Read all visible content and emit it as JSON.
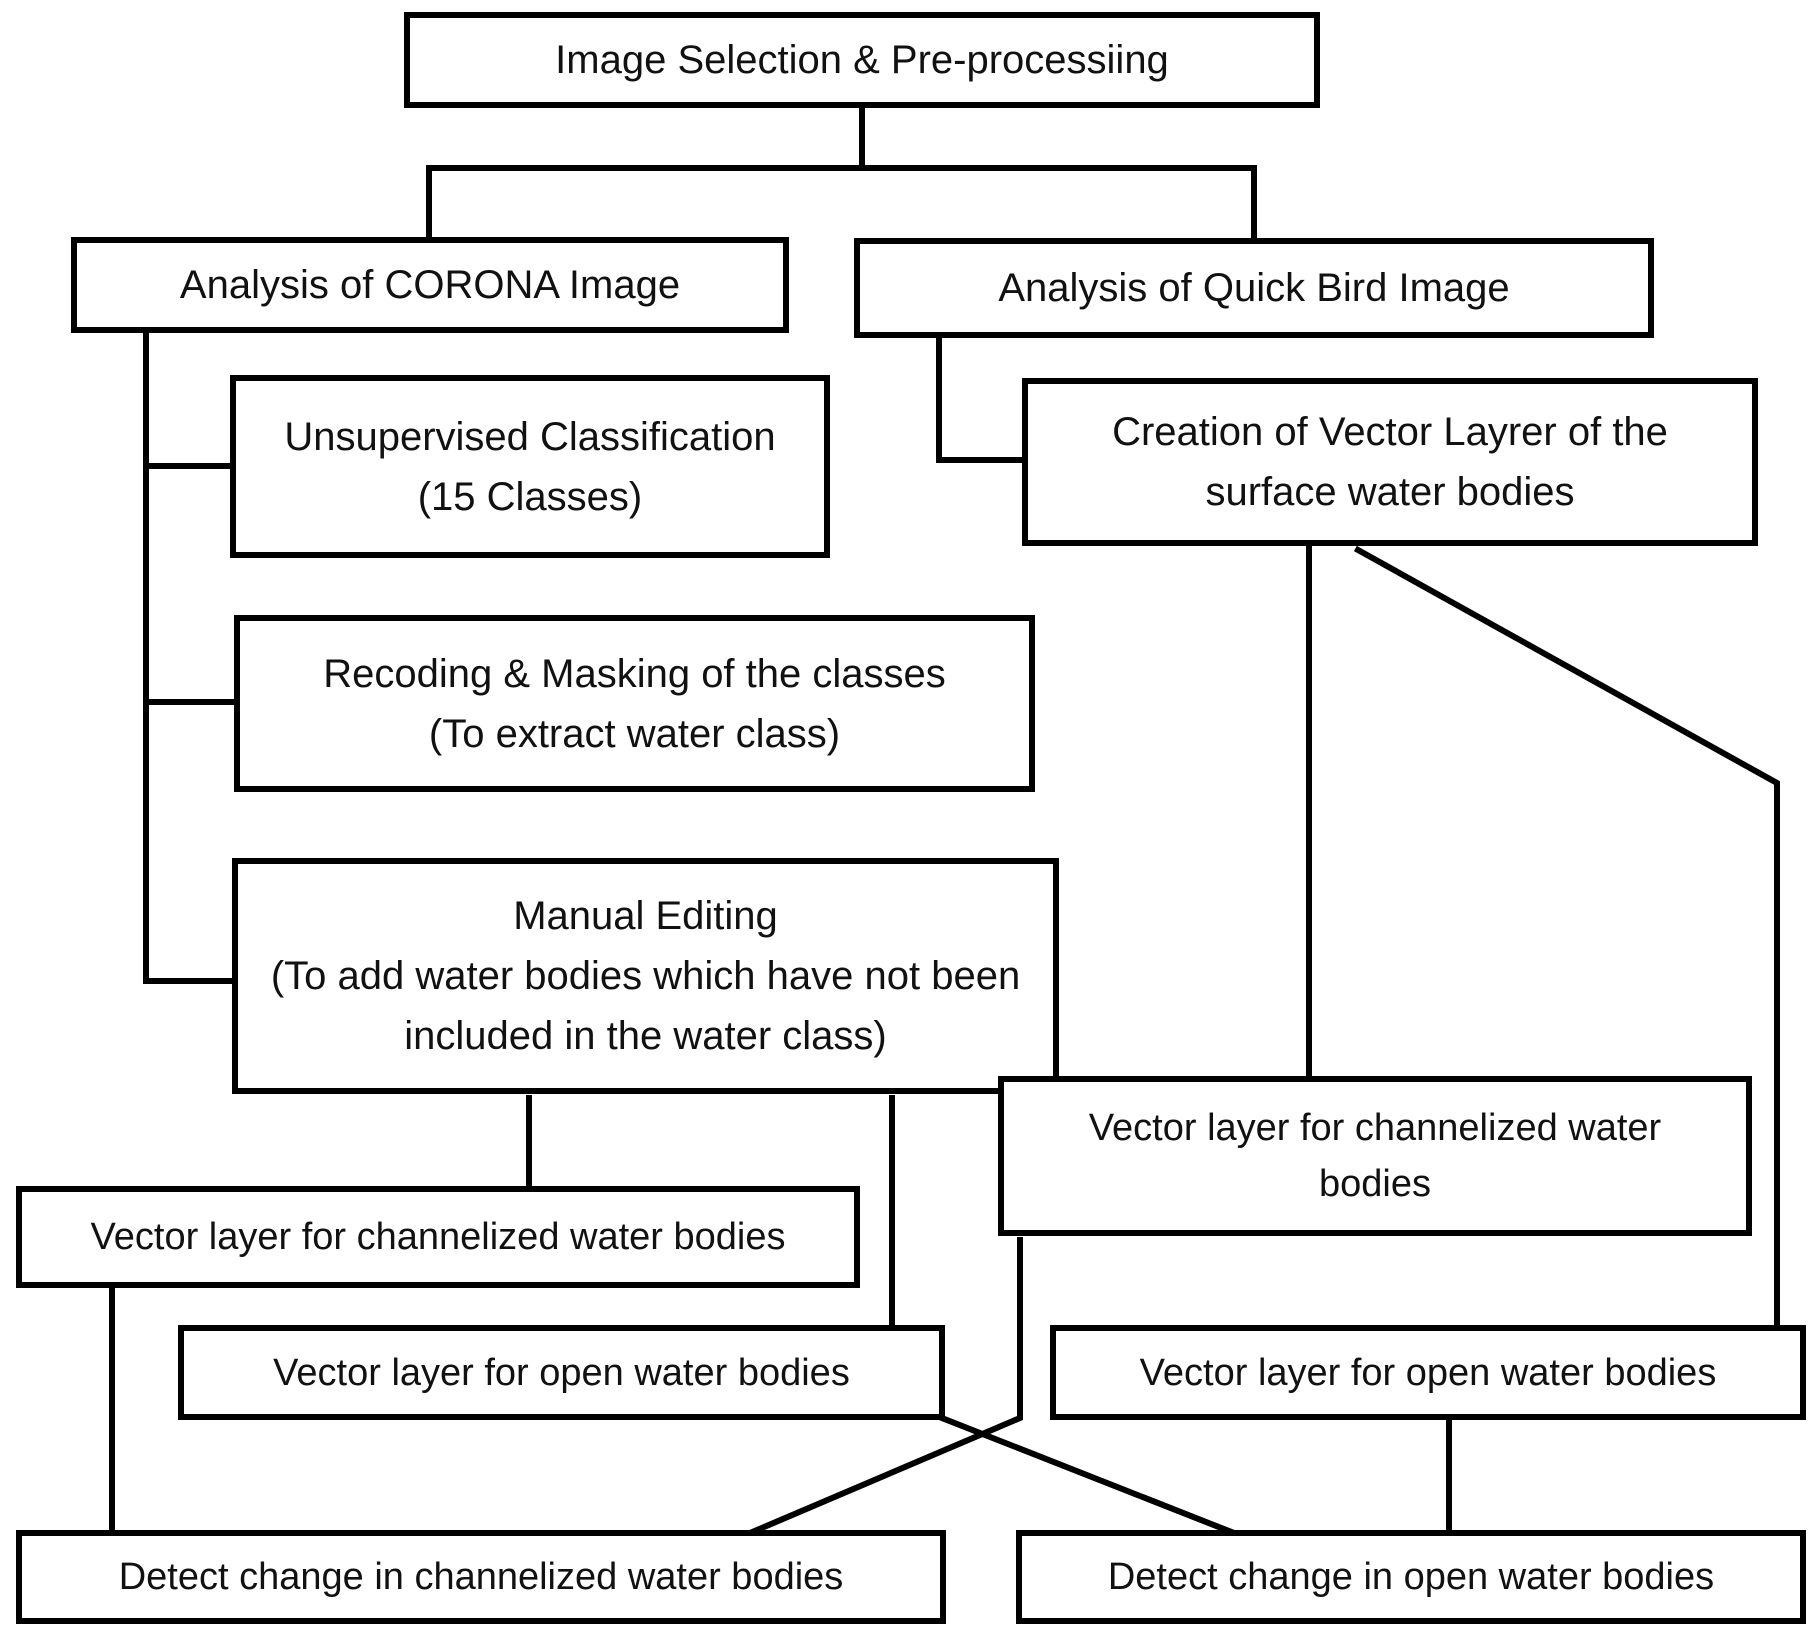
{
  "diagram": {
    "nodes": {
      "image_selection": {
        "lines": [
          "Image Selection & Pre-processiing"
        ]
      },
      "corona": {
        "lines": [
          "Analysis of CORONA Image"
        ]
      },
      "quickbird": {
        "lines": [
          "Analysis of Quick Bird Image"
        ]
      },
      "unsupervised": {
        "lines": [
          "Unsupervised Classification",
          "(15 Classes)"
        ]
      },
      "creation_vector": {
        "lines": [
          "Creation of Vector Layrer of the",
          "surface water bodies"
        ]
      },
      "recoding": {
        "lines": [
          "Recoding & Masking of the classes",
          "(To extract water class)"
        ]
      },
      "manual_editing": {
        "lines": [
          "Manual Editing",
          "(To add water bodies which have not been",
          "included in the water class)"
        ]
      },
      "qb_channelized": {
        "lines": [
          "Vector layer for channelized water",
          "bodies"
        ]
      },
      "corona_channelized": {
        "lines": [
          "Vector layer for channelized water bodies"
        ]
      },
      "corona_open": {
        "lines": [
          "Vector layer for open water bodies"
        ]
      },
      "qb_open": {
        "lines": [
          "Vector layer for open water bodies"
        ]
      },
      "detect_channelized": {
        "lines": [
          "Detect change in channelized water bodies"
        ]
      },
      "detect_open": {
        "lines": [
          "Detect change in open water bodies"
        ]
      }
    }
  }
}
